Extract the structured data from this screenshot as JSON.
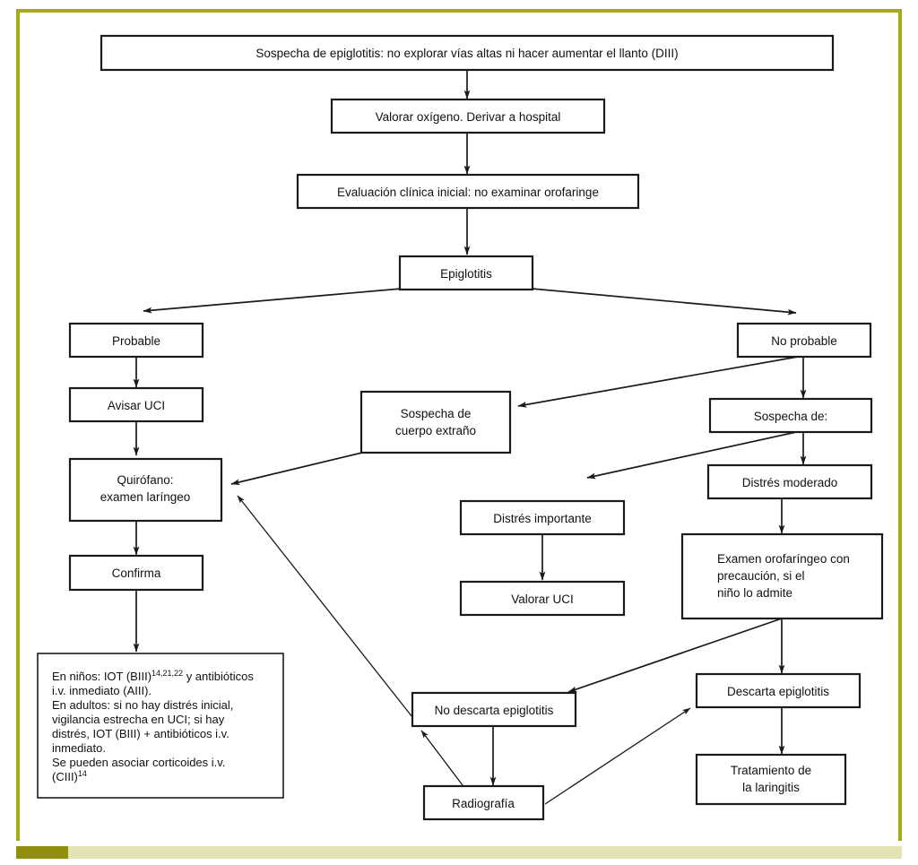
{
  "figure": {
    "title": "Algoritmo de manejo de la epiglotitis",
    "border_color": "#a8a817",
    "border_accent_color": "#8f8f0c",
    "border_light_color": "#e3e3b4",
    "box_stroke_color": "#1a1a1a",
    "background_color": "#ffffff"
  },
  "nodes": {
    "sospecha_epiglotitis": "Sospecha de epiglotitis: no explorar vías altas ni hacer aumentar el llanto (DIII)",
    "valorar_oxigeno": "Valorar oxígeno. Derivar a hospital",
    "evaluacion_clinica": "Evaluación clínica inicial: no examinar orofaringe",
    "epiglotitis": "Epiglotitis",
    "probable": "Probable",
    "no_probable": "No probable",
    "avisar_uci": "Avisar UCI",
    "sospecha_de": "Sospecha de:",
    "sospecha_cuerpo_extrano_l1": "Sospecha de",
    "sospecha_cuerpo_extrano_l2": "cuerpo extraño",
    "distres_moderado": "Distrés moderado",
    "quirofano_l1": "Quirófano:",
    "quirofano_l2": "examen laríngeo",
    "distres_importante": "Distrés importante",
    "examen_orofaringeo_l1": "Examen orofaríngeo con",
    "examen_orofaringeo_l2": "precaución, si el",
    "examen_orofaringeo_l3": "niño lo admite",
    "confirma": "Confirma",
    "valorar_uci": "Valorar UCI",
    "no_descarta_epiglotitis": "No descarta epiglotitis",
    "descarta_epiglotitis": "Descarta epiglotitis",
    "radiografia": "Radiografía",
    "tratamiento_laringitis_l1": "Tratamiento de",
    "tratamiento_laringitis_l2": "la laringitis"
  },
  "treatment_note": {
    "line1_a": "En niños: IOT (BIII)",
    "line1_sup": "14,21,22",
    "line1_b": " y antibióticos",
    "line2": "i.v. inmediato (AIII).",
    "line3": "En adultos: si no hay distrés inicial,",
    "line4": "vigilancia estrecha en UCI; si hay",
    "line5": "distrés, IOT (BIII) + antibióticos i.v.",
    "line6": "inmediato.",
    "line7": "Se pueden asociar corticoides i.v.",
    "line8_a": "(CIII)",
    "line8_sup": "14"
  },
  "chart_data": {
    "type": "diagram",
    "diagram_kind": "clinical-flowchart",
    "title": "Sospecha de epiglotitis — algoritmo",
    "edges": [
      {
        "from": "sospecha_epiglotitis",
        "to": "valorar_oxigeno",
        "style": "arrow-down"
      },
      {
        "from": "valorar_oxigeno",
        "to": "evaluacion_clinica",
        "style": "arrow-down"
      },
      {
        "from": "evaluacion_clinica",
        "to": "epiglotitis",
        "style": "arrow-down"
      },
      {
        "from": "epiglotitis",
        "to": "probable",
        "style": "arrow-diagonal-left"
      },
      {
        "from": "epiglotitis",
        "to": "no_probable",
        "style": "arrow-diagonal-right"
      },
      {
        "from": "probable",
        "to": "avisar_uci",
        "style": "arrow-down"
      },
      {
        "from": "avisar_uci",
        "to": "quirofano",
        "style": "arrow-down"
      },
      {
        "from": "quirofano",
        "to": "confirma",
        "style": "arrow-down"
      },
      {
        "from": "confirma",
        "to": "treatment_note",
        "style": "arrow-down"
      },
      {
        "from": "no_probable",
        "to": "sospecha_cuerpo_extrano",
        "style": "arrow-diagonal-left"
      },
      {
        "from": "no_probable",
        "to": "sospecha_de",
        "style": "arrow-down"
      },
      {
        "from": "sospecha_de",
        "to": "distres_importante",
        "style": "arrow-diagonal-left"
      },
      {
        "from": "sospecha_de",
        "to": "distres_moderado",
        "style": "arrow-down"
      },
      {
        "from": "sospecha_cuerpo_extrano",
        "to": "quirofano",
        "style": "arrow-diagonal-left"
      },
      {
        "from": "distres_importante",
        "to": "valorar_uci",
        "style": "arrow-down"
      },
      {
        "from": "distres_moderado",
        "to": "examen_orofaringeo",
        "style": "arrow-down"
      },
      {
        "from": "examen_orofaringeo",
        "to": "no_descarta_epiglotitis",
        "style": "arrow-diagonal-left"
      },
      {
        "from": "examen_orofaringeo",
        "to": "descarta_epiglotitis",
        "style": "arrow-down"
      },
      {
        "from": "descarta_epiglotitis",
        "to": "tratamiento_laringitis",
        "style": "arrow-down"
      },
      {
        "from": "no_descarta_epiglotitis",
        "to": "radiografia",
        "style": "arrow-down"
      },
      {
        "from": "radiografia",
        "to": "no_descarta_epiglotitis",
        "style": "arrow-diagonal-up-left"
      },
      {
        "from": "radiografia",
        "to": "descarta_epiglotitis",
        "style": "arrow-diagonal-up-right"
      },
      {
        "from": "no_descarta_epiglotitis",
        "to": "quirofano",
        "style": "arrow-long-diagonal-up-left"
      }
    ]
  }
}
